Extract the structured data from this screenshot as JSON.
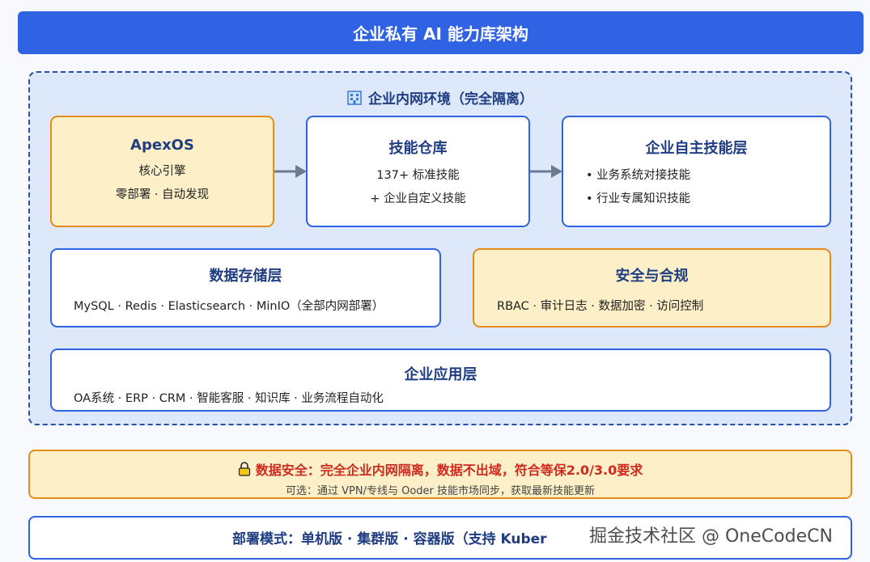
{
  "title": "企业私有 AI 能力库架构",
  "intranet": {
    "title": "企业内网环境（完全隔离）",
    "icon": "building-icon"
  },
  "apexos": {
    "title": "ApexOS",
    "lines": [
      "核心引擎",
      "零部署 · 自动发现"
    ]
  },
  "skill_repo": {
    "title": "技能仓库",
    "lines": [
      "137+ 标准技能",
      "+ 企业自定义技能"
    ]
  },
  "custom_layer": {
    "title": "企业自主技能层",
    "bullets": [
      "• 业务系统对接技能",
      "• 行业专属知识技能"
    ]
  },
  "storage": {
    "title": "数据存储层",
    "line": "MySQL · Redis · Elasticsearch · MinIO（全部内网部署）"
  },
  "compliance": {
    "title": "安全与合规",
    "line": "RBAC · 审计日志 · 数据加密 · 访问控制"
  },
  "apps": {
    "title": "企业应用层",
    "line": "OA系统 · ERP · CRM · 智能客服 · 知识库 · 业务流程自动化"
  },
  "security": {
    "main": "数据安全：完全企业内网隔离，数据不出域，符合等保2.0/3.0要求",
    "sub": "可选：通过 VPN/专线与 Ooder 技能市场同步，获取最新技能更新",
    "icon": "lock-icon"
  },
  "deploy": {
    "text": "部署模式：单机版 · 集群版 · 容器版（支持 Kuber"
  },
  "watermark": "掘金技术社区 @ OneCodeCN",
  "colors": {
    "primary": "#2f63e4",
    "warn_border": "#e58c1d",
    "warn_bg": "#fdf0c8",
    "danger_text": "#d02a1e"
  }
}
